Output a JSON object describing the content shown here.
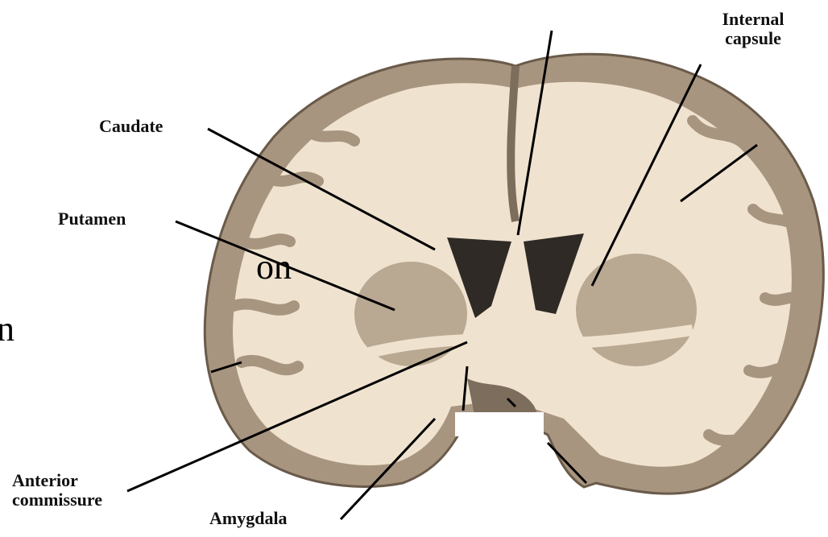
{
  "labels": {
    "internal_capsule_line1": "Internal",
    "internal_capsule_line2": "capsule",
    "caudate": "Caudate",
    "putamen": "Putamen",
    "anterior_commissure_line1": "Anterior",
    "anterior_commissure_line2": "commissure",
    "amygdala": "Amygdala"
  },
  "side_text": {
    "line1": "on",
    "line2": "n"
  },
  "colors": {
    "white_matter": "#efe3cf",
    "gray_matter": "#a89580",
    "dark_gray": "#7d6d5c",
    "ventricle": "#2f2a26",
    "leader_line": "#000000"
  }
}
